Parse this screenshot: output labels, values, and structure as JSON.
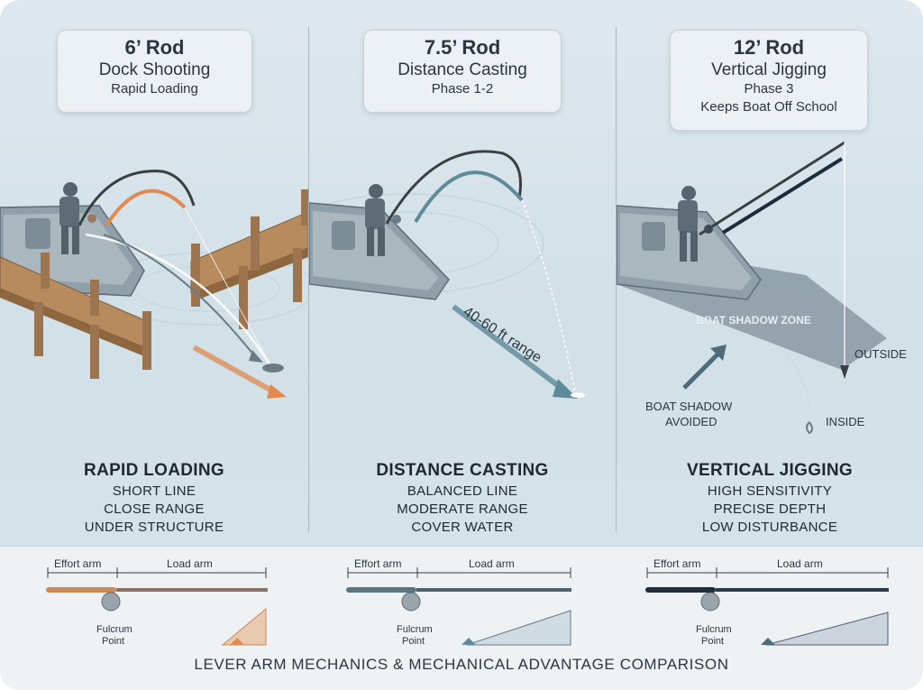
{
  "panels": [
    {
      "rod": "6’ Rod",
      "subtitle": "Dock Shooting",
      "detail": "Rapid Loading",
      "heading": "RAPID LOADING",
      "points": [
        "SHORT LINE",
        "CLOSE RANGE",
        "UNDER STRUCTURE"
      ],
      "rod_color": "#c98a5e",
      "accent": "#e08a50"
    },
    {
      "rod": "7.5’ Rod",
      "subtitle": "Distance Casting",
      "detail": "Phase 1-2",
      "heading": "DISTANCE CASTING",
      "points": [
        "BALANCED LINE",
        "MODERATE RANGE",
        "COVER WATER"
      ],
      "range_label": "40-60 ft range",
      "rod_color": "#5b7582",
      "accent": "#5f8a99"
    },
    {
      "rod": "12’ Rod",
      "subtitle": "Vertical Jigging",
      "detail": "Phase 3",
      "detail2": "Keeps Boat Off School",
      "heading": "VERTICAL JIGGING",
      "points": [
        "HIGH SENSITIVITY",
        "PRECISE DEPTH",
        "LOW DISTURBANCE"
      ],
      "shadow_zone": "BOAT SHADOW ZONE",
      "shadow_avoided": [
        "BOAT SHADOW",
        "AVOIDED"
      ],
      "outside": "OUTSIDE",
      "inside": "INSIDE",
      "rod_color": "#1f2c3d",
      "accent": "#4c6b7c"
    }
  ],
  "lever": {
    "effort_label": "Effort arm",
    "load_label": "Load arm",
    "fulcrum_label": [
      "Fulcrum",
      "Point"
    ],
    "caption": "LEVER ARM MECHANICS & MECHANICAL ADVANTAGE COMPARISON"
  }
}
